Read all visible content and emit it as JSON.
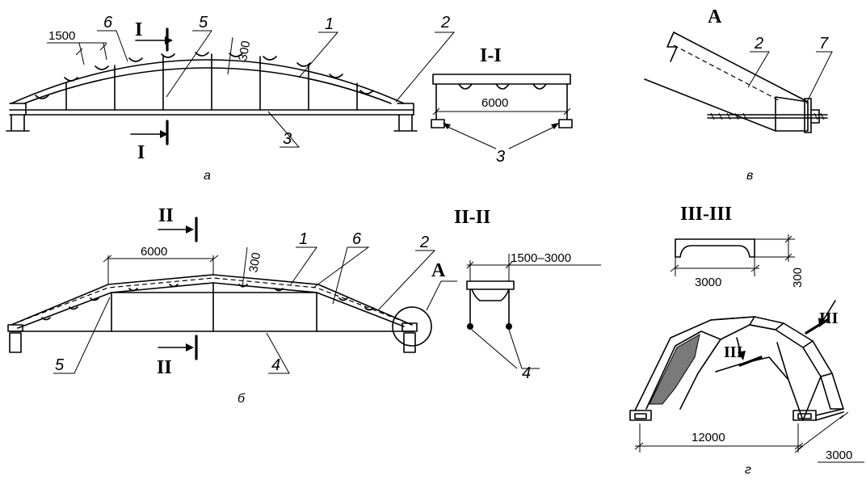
{
  "figure_a": {
    "caption": "а",
    "dim_panel": "1500",
    "dim_rise": "300",
    "section_mark": "I",
    "labels": {
      "n1": "1",
      "n2": "2",
      "n3": "3",
      "n5": "5",
      "n6": "6"
    }
  },
  "section_I": {
    "title": "I-I",
    "dim_span": "6000",
    "label_3": "3"
  },
  "figure_b": {
    "caption": "б",
    "dim_panel": "6000",
    "dim_rise": "300",
    "section_mark": "II",
    "detail_mark": "А",
    "labels": {
      "n1": "1",
      "n2": "2",
      "n4": "4",
      "n5": "5",
      "n6": "6"
    }
  },
  "section_II": {
    "title": "II-II",
    "dim_width": "1500–3000",
    "label_4": "4"
  },
  "figure_v": {
    "caption": "в",
    "title": "А",
    "labels": {
      "n2": "2",
      "n7": "7"
    }
  },
  "section_III": {
    "title": "III-III",
    "dim_width": "3000",
    "dim_height": "300"
  },
  "figure_g": {
    "caption": "г",
    "section_mark": "III",
    "dim_span": "12000",
    "dim_depth": "3000"
  }
}
